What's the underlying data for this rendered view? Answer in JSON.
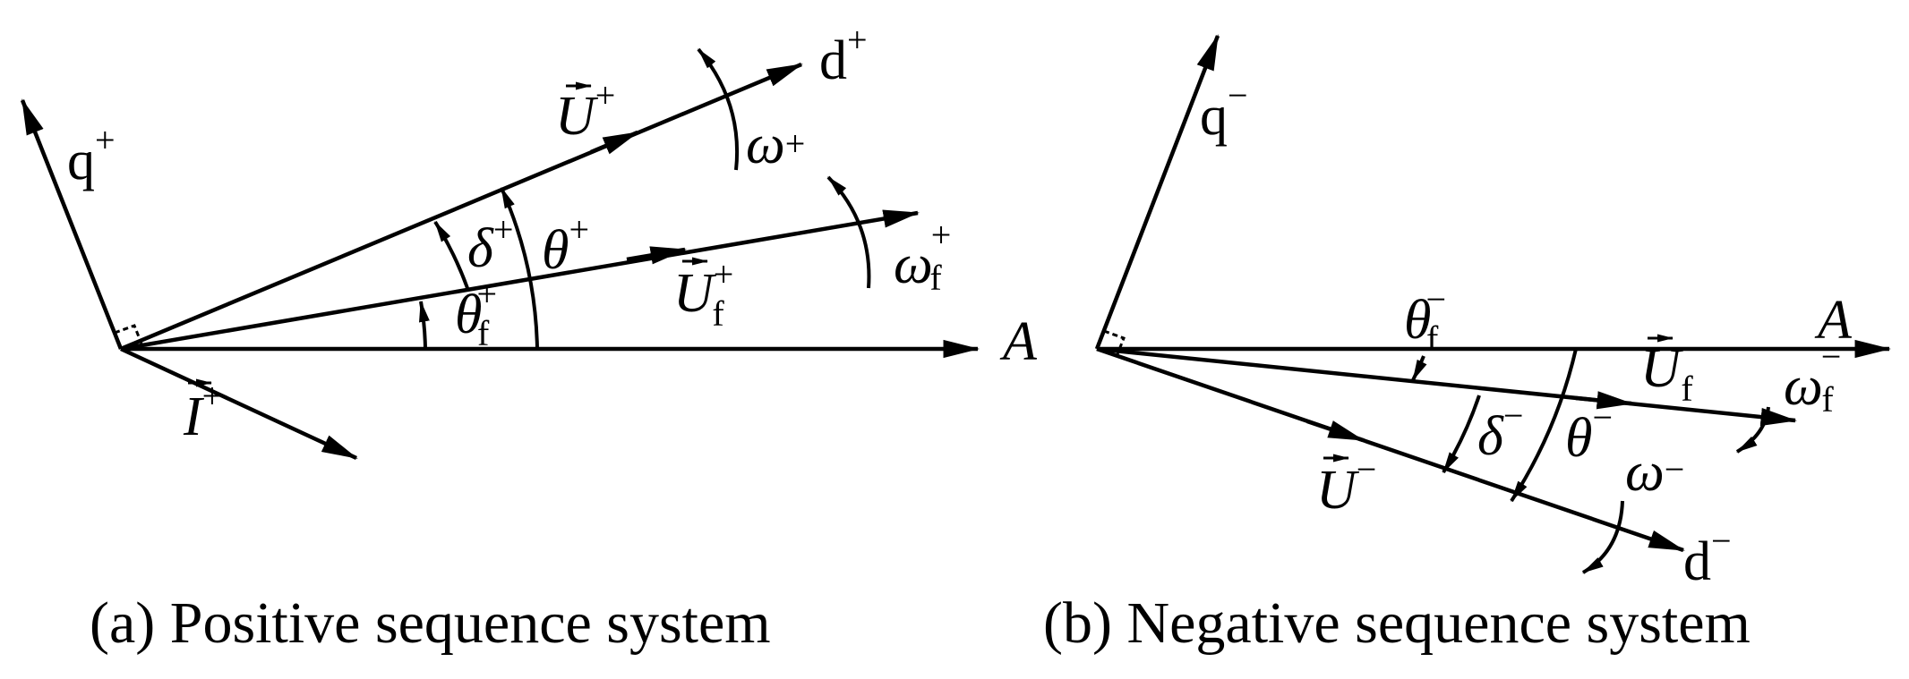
{
  "colors": {
    "ink": "#000000",
    "background": "#ffffff"
  },
  "panel_a": {
    "caption": "(a) Positive sequence system",
    "axis_q": "q",
    "axis_q_sign": "+",
    "axis_d": "d",
    "axis_d_sign": "+",
    "axis_A": "A",
    "vec_U": "U",
    "vec_U_sign": "+",
    "vec_Uf": "U",
    "vec_Uf_sub": "f",
    "vec_Uf_sign": "+",
    "vec_I": "I",
    "vec_I_sign": "+",
    "omega": "ω",
    "omega_sign": "+",
    "omega_f": "ω",
    "omega_f_sub": "f",
    "omega_f_sign": "+",
    "delta": "δ",
    "delta_sign": "+",
    "theta": "θ",
    "theta_sign": "+",
    "theta_f": "θ",
    "theta_f_sub": "f",
    "theta_f_sign": "+"
  },
  "panel_b": {
    "caption": "(b) Negative sequence system",
    "axis_q": "q",
    "axis_q_sign": "−",
    "axis_d": "d",
    "axis_d_sign": "−",
    "axis_A": "A",
    "vec_U": "U",
    "vec_U_sign": "−",
    "vec_Uf": "U",
    "vec_Uf_sub": "f",
    "vec_Uf_sign": "−",
    "omega": "ω",
    "omega_sign": "−",
    "omega_f": "ω",
    "omega_f_sub": "f",
    "omega_f_sign": "−",
    "delta": "δ",
    "delta_sign": "−",
    "theta": "θ",
    "theta_sign": "−",
    "theta_f": "θ",
    "theta_f_sub": "f",
    "theta_f_sign": "−"
  }
}
